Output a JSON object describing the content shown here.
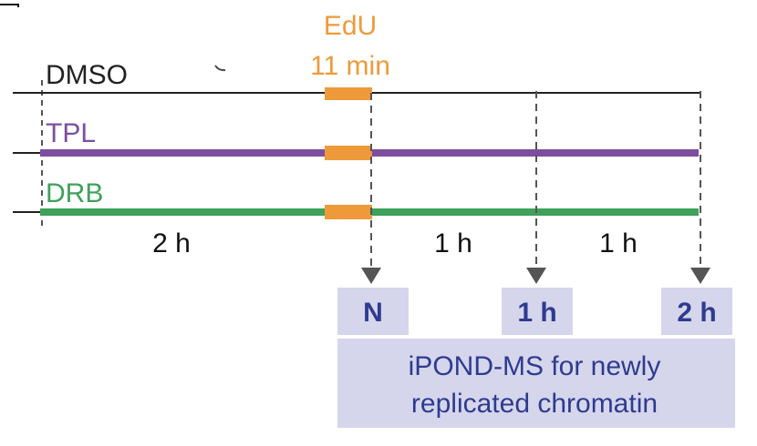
{
  "pulse": {
    "label": "EdU",
    "duration": "11 min",
    "color": "#EE9A3A"
  },
  "conditions": [
    {
      "name": "DMSO",
      "color": "#222222"
    },
    {
      "name": "TPL",
      "color": "#7D4E9E"
    },
    {
      "name": "DRB",
      "color": "#3FA15A"
    }
  ],
  "durations": [
    "2 h",
    "1 h",
    "1 h"
  ],
  "timepoints": [
    "N",
    "1 h",
    "2 h"
  ],
  "banner": {
    "line1": "iPOND-MS for newly",
    "line2": "replicated chromatin"
  },
  "colors": {
    "box_fill": "#D5D6EC",
    "box_text": "#2E3B8F",
    "dashed": "#555555"
  }
}
